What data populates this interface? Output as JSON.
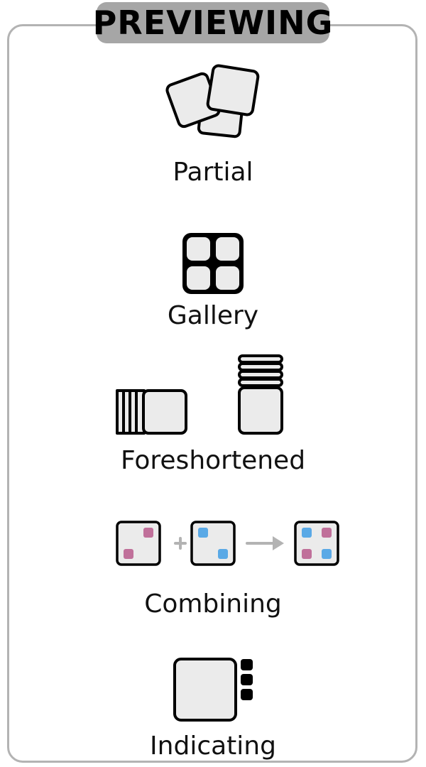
{
  "title": "PREVIEWING",
  "colors": {
    "frame": "#b3b3b3",
    "badge": "#a6a6a6",
    "tile_fill": "#ebebeb",
    "stroke": "#000000",
    "pink": "#c0709a",
    "blue": "#5aa9e6",
    "operator": "#b3b3b3"
  },
  "sections": [
    {
      "label": "Partial",
      "icon": "stacked-cards-icon"
    },
    {
      "label": "Gallery",
      "icon": "grid-icon"
    },
    {
      "label": "Foreshortened",
      "icon": "foreshortened-stack-icon"
    },
    {
      "label": "Combining",
      "icon": "combine-tiles-icon"
    },
    {
      "label": "Indicating",
      "icon": "tile-with-dots-icon"
    }
  ]
}
